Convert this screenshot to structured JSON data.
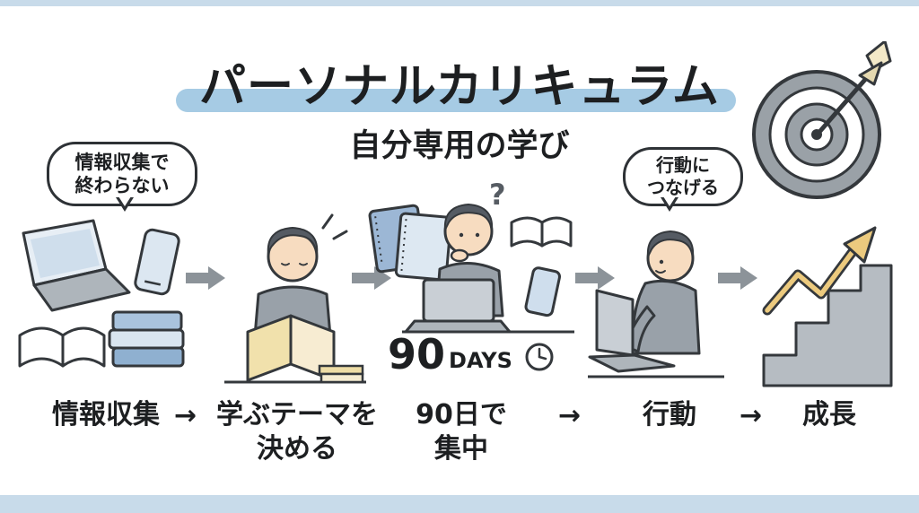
{
  "header": {
    "title": "パーソナルカリキュラム",
    "subtitle": "自分専用の学び"
  },
  "speech_bubbles": {
    "info_note": "情報収集で\n終わらない",
    "action_note": "行動に\nつなげる"
  },
  "annotations": {
    "question_mark": "?",
    "duration_number": "90",
    "duration_unit": "DAYS"
  },
  "flow": {
    "arrow_glyph": "→",
    "steps": [
      {
        "lines": [
          "情報収集"
        ]
      },
      {
        "lines": [
          "学ぶテーマを",
          "決める"
        ]
      },
      {
        "lines": [
          "90日で",
          "集中"
        ]
      },
      {
        "lines": [
          "行動"
        ]
      },
      {
        "lines": [
          "成長"
        ]
      }
    ]
  },
  "icons": {
    "target": "dartboard-with-dart-icon",
    "clock": "clock-icon",
    "flow_arrow": "right-block-arrow-icon",
    "info_cluster": "laptop-phone-books-icon",
    "reader": "person-reading-book-icon",
    "thinker": "person-thinking-at-laptop-icon",
    "worker": "person-typing-at-laptop-icon",
    "growth": "stairs-with-rising-arrow-icon"
  },
  "colors": {
    "title_highlight": "#a6cbe4",
    "edge_band": "#c8dbea",
    "flow_arrow_gray": "#8c9399",
    "outline": "#34383c",
    "book_yellow": "#f1e1ac",
    "note_blue": "#9cb7d5",
    "growth_arrow_tan": "#ecca7e"
  }
}
